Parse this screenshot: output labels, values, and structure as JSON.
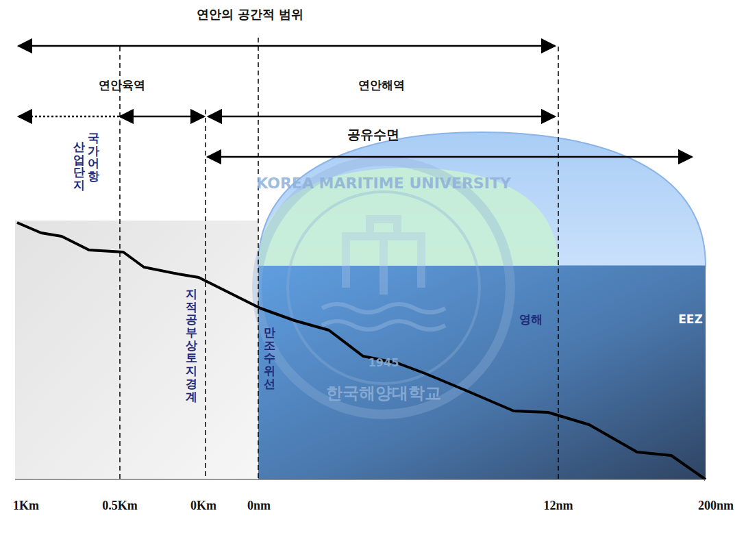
{
  "diagram": {
    "labels": [
      "연안의 공간적 범위",
      "연안육역",
      "연안해역",
      "공유수면",
      "국가어항",
      "산업단지",
      "지적공부상 토지경계",
      "만조수위선",
      "영해",
      "EEZ",
      "1Km",
      "0.5Km",
      "0Km",
      "0nm",
      "12nm",
      "200nm",
      "KOREA MARITIME UNIVERSITY",
      "1945",
      "한국해양대학교"
    ]
  }
}
